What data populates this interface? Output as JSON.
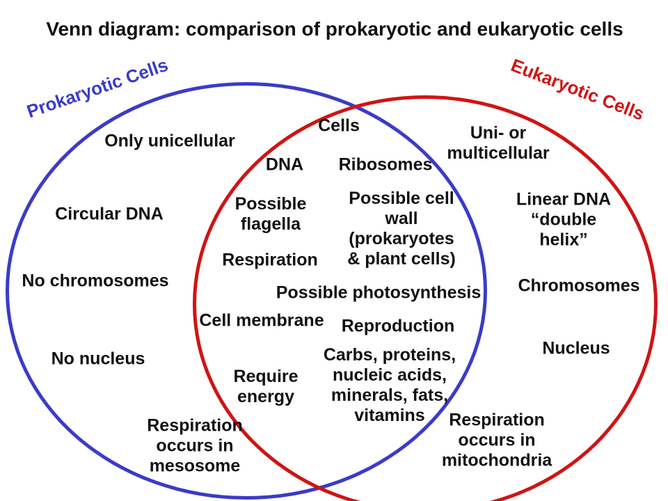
{
  "title": "Venn diagram: comparison of prokaryotic and eukaryotic cells",
  "colors": {
    "prokaryotic": "#3b3bc8",
    "eukaryotic": "#d01414",
    "text": "#111111",
    "background": "#ffffff"
  },
  "venn": {
    "left_label": "Prokaryotic Cells",
    "right_label": "Eukaryotic Cells",
    "left_only": [
      "Only unicellular",
      "Circular DNA",
      "No chromosomes",
      "No nucleus",
      "Respiration\noccurs in\nmesosome"
    ],
    "intersection": [
      "Cells",
      "DNA",
      "Ribosomes",
      "Possible\nflagella",
      "Possible cell\nwall\n(prokaryotes\n& plant cells)",
      "Respiration",
      "Possible photosynthesis",
      "Cell membrane",
      "Reproduction",
      "Carbs, proteins,\nnucleic acids,\nminerals, fats,\nvitamins",
      "Require\nenergy"
    ],
    "right_only": [
      "Uni- or\nmulticellular",
      "Linear DNA\n“double helix”",
      "Chromosomes",
      "Nucleus",
      "Respiration\noccurs in\nmitochondria"
    ]
  }
}
